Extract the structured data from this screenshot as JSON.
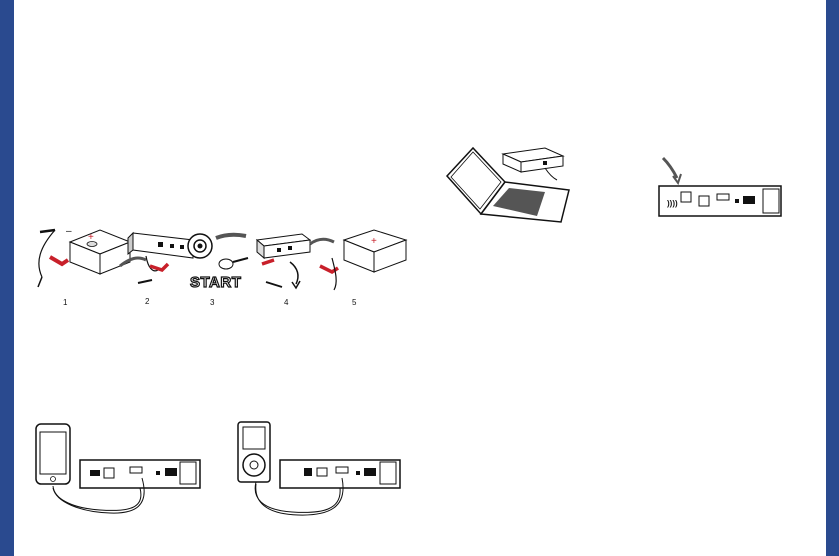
{
  "jumpstart": {
    "steps": [
      "1",
      "2",
      "3",
      "4",
      "5"
    ],
    "start_word": "START"
  },
  "colors": {
    "border": "#2a4a8f",
    "clamp_red": "#c8202a",
    "ink": "#111111"
  }
}
